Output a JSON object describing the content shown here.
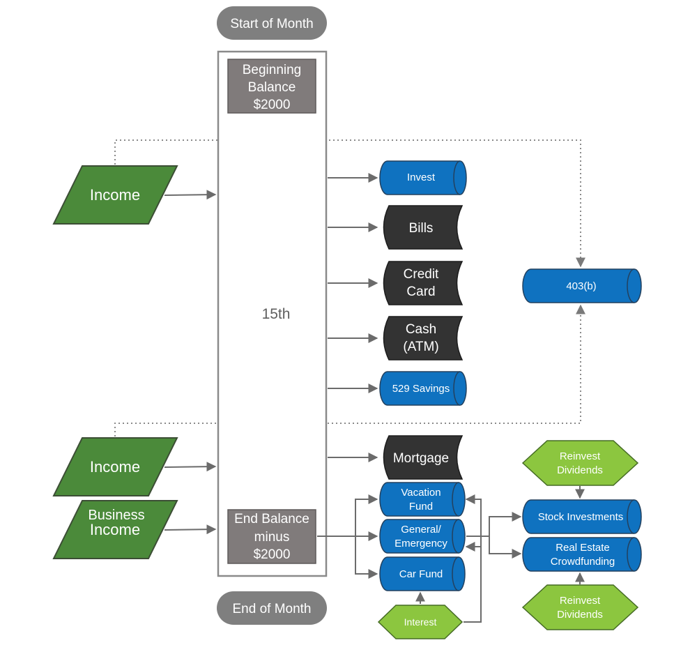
{
  "diagram": {
    "start_label": "Start of Month",
    "end_label": "End of Month",
    "mid_label": "15th",
    "beginning_balance": [
      "Beginning",
      "Balance",
      "$2000"
    ],
    "end_balance": [
      "End Balance",
      "minus",
      "$2000"
    ],
    "income_top": "Income",
    "income_bottom": "Income",
    "business_income": [
      "Business",
      "Income"
    ],
    "outflows": {
      "invest": "Invest",
      "bills": "Bills",
      "credit_card": [
        "Credit",
        "Card"
      ],
      "cash": [
        "Cash",
        "(ATM)"
      ],
      "savings_529": "529 Savings",
      "mortgage": "Mortgage"
    },
    "retirement": "403(b)",
    "funds": {
      "vacation": [
        "Vacation",
        "Fund"
      ],
      "general": [
        "General/",
        "Emergency"
      ],
      "car": "Car Fund"
    },
    "interest": "Interest",
    "investments": {
      "stock": "Stock Investments",
      "real_estate": [
        "Real Estate",
        "Crowdfunding"
      ]
    },
    "reinvest_top": [
      "Reinvest",
      "Dividends"
    ],
    "reinvest_bottom": [
      "Reinvest",
      "Dividends"
    ],
    "colors": {
      "green_dark": "#4b8a3a",
      "green_light": "#8cc63f",
      "blue": "#0f72c0",
      "charcoal": "#333333",
      "gray_box": "#807b7b",
      "gray_pill": "#7f7f7f"
    }
  }
}
